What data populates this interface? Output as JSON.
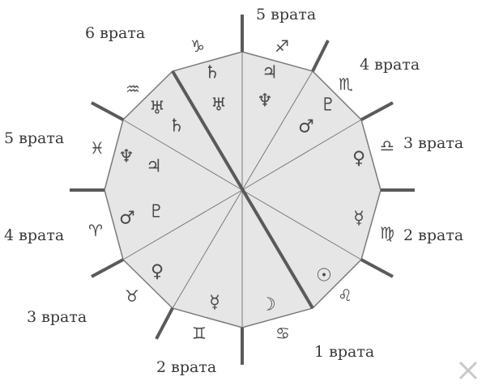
{
  "gate_labels": [
    {
      "key": "top",
      "text": "5 врата"
    },
    {
      "key": "top_left",
      "text": "6 врата"
    },
    {
      "key": "upper_right",
      "text": "4 врата"
    },
    {
      "key": "right_upper",
      "text": "3 врата"
    },
    {
      "key": "right_lower",
      "text": "2 врата"
    },
    {
      "key": "bottom_right",
      "text": "1 врата"
    },
    {
      "key": "bottom",
      "text": "2 врата"
    },
    {
      "key": "lower_left",
      "text": "3 врата"
    },
    {
      "key": "left_lower",
      "text": "4 врата"
    },
    {
      "key": "left_upper",
      "text": "5 врата"
    }
  ],
  "zodiac_signs": [
    {
      "name": "capricorn-icon",
      "glyph": "♑"
    },
    {
      "name": "sagittarius-icon",
      "glyph": "♐"
    },
    {
      "name": "scorpio-icon",
      "glyph": "♏"
    },
    {
      "name": "libra-icon",
      "glyph": "♎"
    },
    {
      "name": "virgo-icon",
      "glyph": "♍"
    },
    {
      "name": "leo-icon",
      "glyph": "♌"
    },
    {
      "name": "cancer-icon",
      "glyph": "♋"
    },
    {
      "name": "gemini-icon",
      "glyph": "♊"
    },
    {
      "name": "taurus-icon",
      "glyph": "♉"
    },
    {
      "name": "aries-icon",
      "glyph": "♈"
    },
    {
      "name": "pisces-icon",
      "glyph": "♓"
    },
    {
      "name": "aquarius-icon",
      "glyph": "♒"
    }
  ],
  "planets": [
    {
      "name": "saturn-icon",
      "glyph": "♄"
    },
    {
      "name": "jupiter-icon",
      "glyph": "♃"
    },
    {
      "name": "neptune-icon",
      "glyph": "♆"
    },
    {
      "name": "uranus-icon",
      "glyph": "♅"
    },
    {
      "name": "pluto-icon",
      "glyph": "♇"
    },
    {
      "name": "mars-icon",
      "glyph": "♂"
    },
    {
      "name": "venus-icon",
      "glyph": "♀"
    },
    {
      "name": "mercury-icon",
      "glyph": "☿"
    },
    {
      "name": "sun-icon",
      "glyph": "☉"
    },
    {
      "name": "moon-icon",
      "glyph": "☽"
    }
  ],
  "colors": {
    "wheel_fill": "#e6e6e6",
    "wheel_fill_alt": "#dcdcdc",
    "line": "#5a5a5a",
    "thin_line": "#7a7a7a",
    "text": "#3a3a3a"
  }
}
